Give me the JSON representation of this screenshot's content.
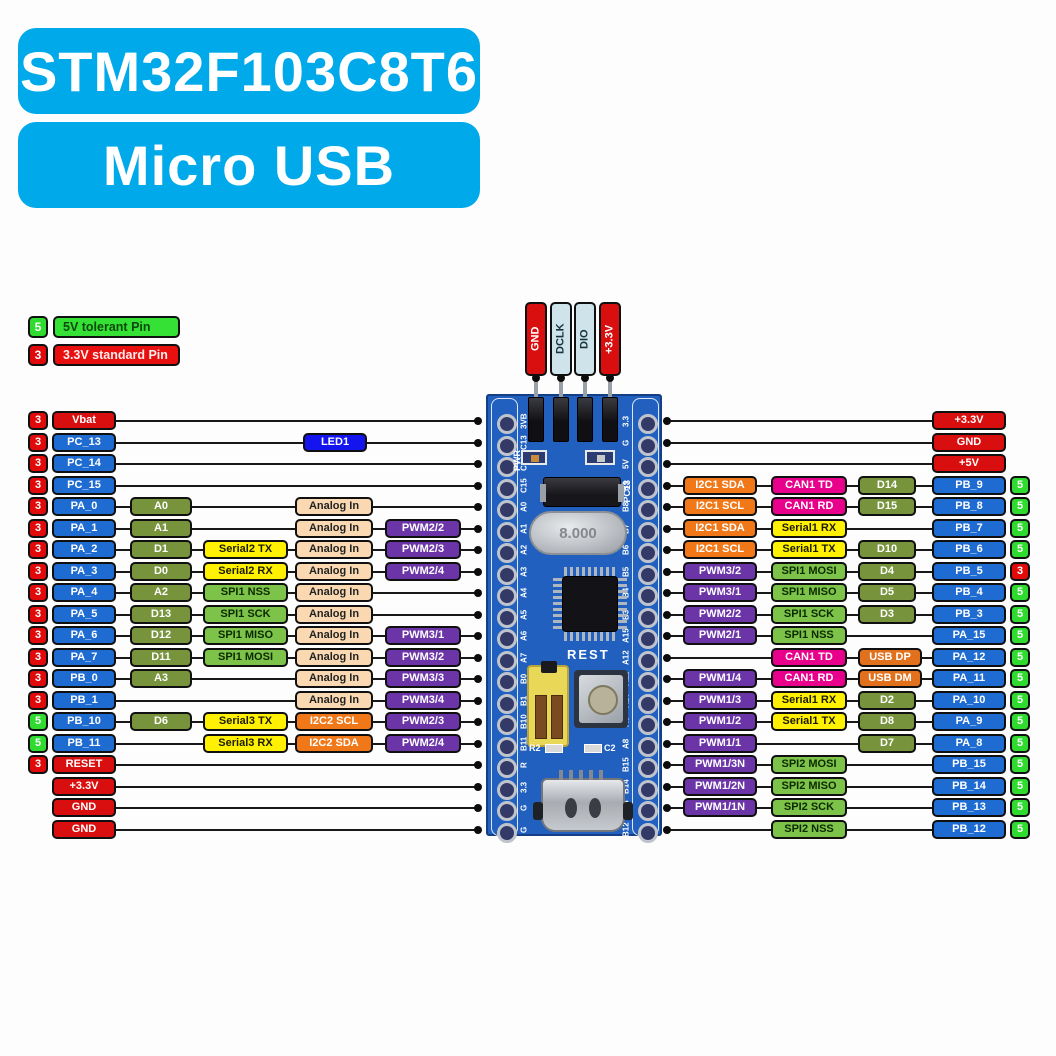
{
  "header": {
    "titles": [
      "STM32F103C8T6",
      "Micro USB"
    ]
  },
  "legend": {
    "items": [
      {
        "badge": "5",
        "label": "5V tolerant Pin",
        "type": "tolerant"
      },
      {
        "badge": "3",
        "label": "3.3V standard Pin",
        "type": "standard"
      }
    ]
  },
  "top_connector": {
    "pins": [
      {
        "label": "GND",
        "style": "red"
      },
      {
        "label": "DCLK",
        "style": "pale"
      },
      {
        "label": "DIO",
        "style": "pale"
      },
      {
        "label": "+3.3V",
        "style": "red"
      }
    ]
  },
  "left_pins": [
    {
      "tolerance": "3",
      "name": "Vbat",
      "kind": "power"
    },
    {
      "tolerance": "3",
      "name": "PC_13",
      "kind": "gpio",
      "led": "LED1"
    },
    {
      "tolerance": "3",
      "name": "PC_14",
      "kind": "gpio"
    },
    {
      "tolerance": "3",
      "name": "PC_15",
      "kind": "gpio"
    },
    {
      "tolerance": "3",
      "name": "PA_0",
      "kind": "gpio",
      "alias": "A0",
      "analog": {
        "text": "Analog In",
        "style": "peach"
      }
    },
    {
      "tolerance": "3",
      "name": "PA_1",
      "kind": "gpio",
      "alias": "A1",
      "analog": {
        "text": "Analog In",
        "style": "peach"
      },
      "pwm": "PWM2/2"
    },
    {
      "tolerance": "3",
      "name": "PA_2",
      "kind": "gpio",
      "alias": "D1",
      "bus": {
        "text": "Serial2 TX",
        "style": "yellow"
      },
      "analog": {
        "text": "Analog In",
        "style": "peach"
      },
      "pwm": "PWM2/3"
    },
    {
      "tolerance": "3",
      "name": "PA_3",
      "kind": "gpio",
      "alias": "D0",
      "bus": {
        "text": "Serial2 RX",
        "style": "yellow"
      },
      "analog": {
        "text": "Analog In",
        "style": "peach"
      },
      "pwm": "PWM2/4"
    },
    {
      "tolerance": "3",
      "name": "PA_4",
      "kind": "gpio",
      "alias": "A2",
      "bus": {
        "text": "SPI1 NSS",
        "style": "green"
      },
      "analog": {
        "text": "Analog In",
        "style": "peach"
      }
    },
    {
      "tolerance": "3",
      "name": "PA_5",
      "kind": "gpio",
      "alias": "D13",
      "bus": {
        "text": "SPI1 SCK",
        "style": "green"
      },
      "analog": {
        "text": "Analog In",
        "style": "peach"
      }
    },
    {
      "tolerance": "3",
      "name": "PA_6",
      "kind": "gpio",
      "alias": "D12",
      "bus": {
        "text": "SPI1 MISO",
        "style": "green"
      },
      "analog": {
        "text": "Analog In",
        "style": "peach"
      },
      "pwm": "PWM3/1"
    },
    {
      "tolerance": "3",
      "name": "PA_7",
      "kind": "gpio",
      "alias": "D11",
      "bus": {
        "text": "SPI1 MOSI",
        "style": "green"
      },
      "analog": {
        "text": "Analog In",
        "style": "peach"
      },
      "pwm": "PWM3/2"
    },
    {
      "tolerance": "3",
      "name": "PB_0",
      "kind": "gpio",
      "alias": "A3",
      "analog": {
        "text": "Analog In",
        "style": "peach"
      },
      "pwm": "PWM3/3"
    },
    {
      "tolerance": "3",
      "name": "PB_1",
      "kind": "gpio",
      "analog": {
        "text": "Analog In",
        "style": "peach"
      },
      "pwm": "PWM3/4"
    },
    {
      "tolerance": "5",
      "name": "PB_10",
      "kind": "gpio",
      "alias": "D6",
      "bus": {
        "text": "Serial3 TX",
        "style": "yellow"
      },
      "analog": {
        "text": "I2C2 SCL",
        "style": "orange"
      },
      "pwm": "PWM2/3"
    },
    {
      "tolerance": "5",
      "name": "PB_11",
      "kind": "gpio",
      "bus": {
        "text": "Serial3 RX",
        "style": "yellow"
      },
      "analog": {
        "text": "I2C2 SDA",
        "style": "orange"
      },
      "pwm": "PWM2/4"
    },
    {
      "tolerance": "3",
      "name": "RESET",
      "kind": "power"
    },
    {
      "tolerance": "",
      "name": "+3.3V",
      "kind": "power"
    },
    {
      "tolerance": "",
      "name": "GND",
      "kind": "power"
    },
    {
      "tolerance": "",
      "name": "GND",
      "kind": "power"
    }
  ],
  "right_pins": [
    {
      "tolerance": "",
      "name": "+3.3V",
      "kind": "power"
    },
    {
      "tolerance": "",
      "name": "GND",
      "kind": "power"
    },
    {
      "tolerance": "",
      "name": "+5V",
      "kind": "power"
    },
    {
      "tolerance": "5",
      "name": "PB_9",
      "kind": "gpio",
      "c1": {
        "text": "I2C1 SDA",
        "style": "orange"
      },
      "c2": {
        "text": "CAN1 TD",
        "style": "magenta"
      },
      "c3": {
        "text": "D14",
        "style": "olive"
      }
    },
    {
      "tolerance": "5",
      "name": "PB_8",
      "kind": "gpio",
      "c1": {
        "text": "I2C1 SCL",
        "style": "orange"
      },
      "c2": {
        "text": "CAN1 RD",
        "style": "magenta"
      },
      "c3": {
        "text": "D15",
        "style": "olive"
      }
    },
    {
      "tolerance": "5",
      "name": "PB_7",
      "kind": "gpio",
      "c1": {
        "text": "I2C1 SDA",
        "style": "orange"
      },
      "c2": {
        "text": "Serial1 RX",
        "style": "yellow"
      }
    },
    {
      "tolerance": "5",
      "name": "PB_6",
      "kind": "gpio",
      "c1": {
        "text": "I2C1 SCL",
        "style": "orange"
      },
      "c2": {
        "text": "Serial1 TX",
        "style": "yellow"
      },
      "c3": {
        "text": "D10",
        "style": "olive"
      }
    },
    {
      "tolerance": "3",
      "name": "PB_5",
      "kind": "gpio",
      "c1": {
        "text": "PWM3/2",
        "style": "purple"
      },
      "c2": {
        "text": "SPI1 MOSI",
        "style": "green"
      },
      "c3": {
        "text": "D4",
        "style": "olive"
      }
    },
    {
      "tolerance": "5",
      "name": "PB_4",
      "kind": "gpio",
      "c1": {
        "text": "PWM3/1",
        "style": "purple"
      },
      "c2": {
        "text": "SPI1 MISO",
        "style": "green"
      },
      "c3": {
        "text": "D5",
        "style": "olive"
      }
    },
    {
      "tolerance": "5",
      "name": "PB_3",
      "kind": "gpio",
      "c1": {
        "text": "PWM2/2",
        "style": "purple"
      },
      "c2": {
        "text": "SPI1 SCK",
        "style": "green"
      },
      "c3": {
        "text": "D3",
        "style": "olive"
      }
    },
    {
      "tolerance": "5",
      "name": "PA_15",
      "kind": "gpio",
      "c1": {
        "text": "PWM2/1",
        "style": "purple"
      },
      "c2": {
        "text": "SPI1 NSS",
        "style": "green"
      }
    },
    {
      "tolerance": "5",
      "name": "PA_12",
      "kind": "gpio",
      "c2": {
        "text": "CAN1 TD",
        "style": "magenta"
      },
      "c3": {
        "text": "USB DP",
        "style": "usb"
      }
    },
    {
      "tolerance": "5",
      "name": "PA_11",
      "kind": "gpio",
      "c1": {
        "text": "PWM1/4",
        "style": "purple"
      },
      "c2": {
        "text": "CAN1 RD",
        "style": "magenta"
      },
      "c3": {
        "text": "USB DM",
        "style": "usb"
      }
    },
    {
      "tolerance": "5",
      "name": "PA_10",
      "kind": "gpio",
      "c1": {
        "text": "PWM1/3",
        "style": "purple"
      },
      "c2": {
        "text": "Serial1 RX",
        "style": "yellow"
      },
      "c3": {
        "text": "D2",
        "style": "olive"
      }
    },
    {
      "tolerance": "5",
      "name": "PA_9",
      "kind": "gpio",
      "c1": {
        "text": "PWM1/2",
        "style": "purple"
      },
      "c2": {
        "text": "Serial1 TX",
        "style": "yellow"
      },
      "c3": {
        "text": "D8",
        "style": "olive"
      }
    },
    {
      "tolerance": "5",
      "name": "PA_8",
      "kind": "gpio",
      "c1": {
        "text": "PWM1/1",
        "style": "purple"
      },
      "c3": {
        "text": "D7",
        "style": "olive"
      }
    },
    {
      "tolerance": "5",
      "name": "PB_15",
      "kind": "gpio",
      "c1": {
        "text": "PWM1/3N",
        "style": "purple"
      },
      "c2": {
        "text": "SPI2 MOSI",
        "style": "green"
      }
    },
    {
      "tolerance": "5",
      "name": "PB_14",
      "kind": "gpio",
      "c1": {
        "text": "PWM1/2N",
        "style": "purple"
      },
      "c2": {
        "text": "SPI2 MISO",
        "style": "green"
      }
    },
    {
      "tolerance": "5",
      "name": "PB_13",
      "kind": "gpio",
      "c1": {
        "text": "PWM1/1N",
        "style": "purple"
      },
      "c2": {
        "text": "SPI2 SCK",
        "style": "green"
      }
    },
    {
      "tolerance": "5",
      "name": "PB_12",
      "kind": "gpio",
      "c2": {
        "text": "SPI2 NSS",
        "style": "green"
      }
    }
  ],
  "board": {
    "left_silkscreen": [
      "3VB",
      "C13",
      "C14",
      "C15",
      "A0",
      "A1",
      "A2",
      "A3",
      "A4",
      "A5",
      "A6",
      "A7",
      "B0",
      "B1",
      "B10",
      "B11",
      "R",
      "3.3",
      "G",
      "G"
    ],
    "right_silkscreen": [
      "3.3",
      "G",
      "5V",
      "B9",
      "B8",
      "B7",
      "B6",
      "B5",
      "B4",
      "B3",
      "A15",
      "A12",
      "A11",
      "A10",
      "A9",
      "A8",
      "B15",
      "B14",
      "B13",
      "B12"
    ],
    "labels": {
      "pwr": "PWR",
      "pc13": "PC13",
      "reset": "REST",
      "crystal": "8.000",
      "r2": "R2",
      "c2": "C2"
    }
  },
  "colors": {
    "accent_cyan": "#00A9E9",
    "pin_blue": "#1E6BD2",
    "power_red": "#D90F0F",
    "tolerant_green": "#2EDB2E",
    "alias_olive": "#77933C",
    "serial_yellow": "#FFF101",
    "spi_green": "#7DC249",
    "analog_peach": "#FAD9B2",
    "i2c_orange": "#F07818",
    "pwm_purple": "#6B35A8",
    "can_magenta": "#E8008C",
    "usb_orange": "#E2711D",
    "board_blue": "#2160BE",
    "led_blue": "#1414EE"
  }
}
